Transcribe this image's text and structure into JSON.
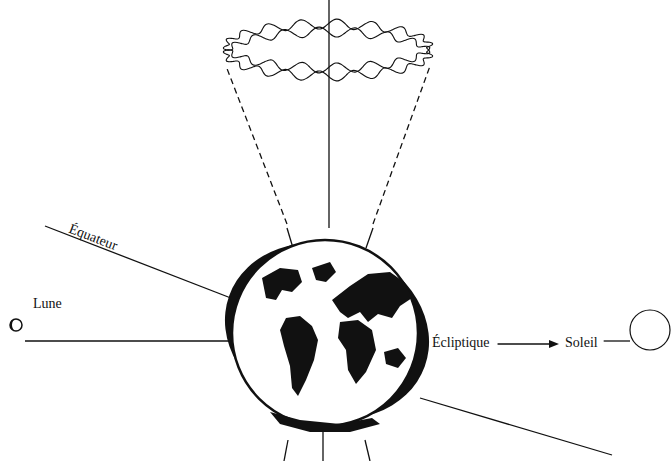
{
  "diagram": {
    "labels": [
      "Équateur",
      "Lune",
      "Écliptique",
      "Soleil"
    ]
  }
}
